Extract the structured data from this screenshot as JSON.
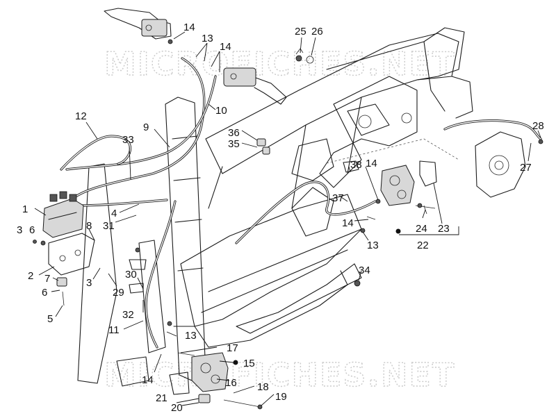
{
  "watermark": {
    "text": "MICROFICHES.NET"
  },
  "callouts": [
    {
      "id": "c1",
      "text": "1"
    },
    {
      "id": "c2",
      "text": "2"
    },
    {
      "id": "c3a",
      "text": "3"
    },
    {
      "id": "c3b",
      "text": "3"
    },
    {
      "id": "c4",
      "text": "4"
    },
    {
      "id": "c5",
      "text": "5"
    },
    {
      "id": "c6a",
      "text": "6"
    },
    {
      "id": "c6b",
      "text": "6"
    },
    {
      "id": "c7",
      "text": "7"
    },
    {
      "id": "c8",
      "text": "8"
    },
    {
      "id": "c9",
      "text": "9"
    },
    {
      "id": "c10",
      "text": "10"
    },
    {
      "id": "c11",
      "text": "11"
    },
    {
      "id": "c12",
      "text": "12"
    },
    {
      "id": "c13a",
      "text": "13"
    },
    {
      "id": "c13b",
      "text": "13"
    },
    {
      "id": "c13c",
      "text": "13"
    },
    {
      "id": "c14a",
      "text": "14"
    },
    {
      "id": "c14b",
      "text": "14"
    },
    {
      "id": "c14c",
      "text": "14"
    },
    {
      "id": "c14d",
      "text": "14"
    },
    {
      "id": "c14e",
      "text": "14"
    },
    {
      "id": "c15",
      "text": "15"
    },
    {
      "id": "c16",
      "text": "16"
    },
    {
      "id": "c17",
      "text": "17"
    },
    {
      "id": "c18",
      "text": "18"
    },
    {
      "id": "c19",
      "text": "19"
    },
    {
      "id": "c20",
      "text": "20"
    },
    {
      "id": "c21",
      "text": "21"
    },
    {
      "id": "c22",
      "text": "22"
    },
    {
      "id": "c23",
      "text": "23"
    },
    {
      "id": "c24",
      "text": "24"
    },
    {
      "id": "c25",
      "text": "25"
    },
    {
      "id": "c26",
      "text": "26"
    },
    {
      "id": "c27",
      "text": "27"
    },
    {
      "id": "c28",
      "text": "28"
    },
    {
      "id": "c29",
      "text": "29"
    },
    {
      "id": "c30",
      "text": "30"
    },
    {
      "id": "c31",
      "text": "31"
    },
    {
      "id": "c32",
      "text": "32"
    },
    {
      "id": "c33",
      "text": "33"
    },
    {
      "id": "c34",
      "text": "34"
    },
    {
      "id": "c35",
      "text": "35"
    },
    {
      "id": "c36",
      "text": "36"
    },
    {
      "id": "c37",
      "text": "37"
    },
    {
      "id": "c38",
      "text": "38"
    }
  ]
}
